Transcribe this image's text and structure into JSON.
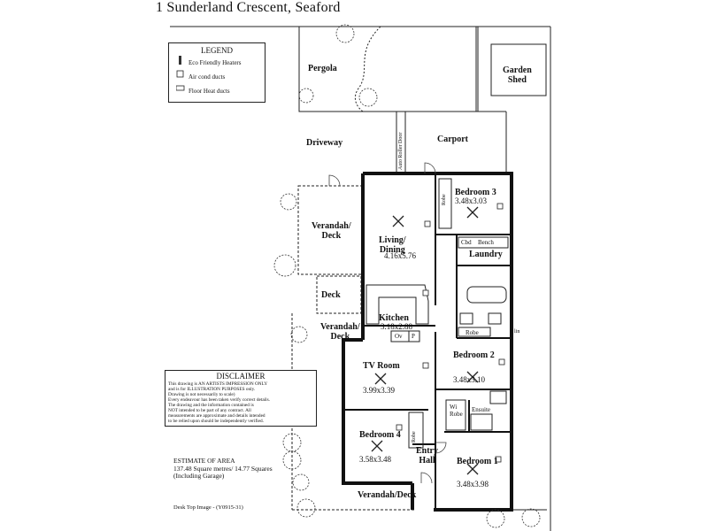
{
  "title": "1 Sunderland Crescent, Seaford",
  "legend": {
    "heading": "LEGEND",
    "items": [
      "Eco Friendly Heaters",
      "Air cond ducts",
      "Floor Heat ducts"
    ]
  },
  "areas": {
    "pergola": "Pergola",
    "garden_shed": "Garden\nShed",
    "driveway": "Driveway",
    "carport": "Carport",
    "auto_roller_door": "Auto Roller Door",
    "verandah_deck_1": "Verandah/\nDeck",
    "deck": "Deck",
    "verandah_deck_2": "Verandah/\nDeck",
    "verandah_deck_3": "Verandah/Deck"
  },
  "rooms": {
    "living": {
      "name": "Living/\nDining",
      "size": "4.16x5.76"
    },
    "bedroom3": {
      "name": "Bedroom 3",
      "size": "3.48x3.03"
    },
    "laundry": {
      "name": "Laundry"
    },
    "kitchen": {
      "name": "Kitchen",
      "size": "3.18x2.88"
    },
    "tv_room": {
      "name": "TV Room",
      "size": "3.99x3.39"
    },
    "bedroom2": {
      "name": "Bedroom 2",
      "size": "3.48x3.10"
    },
    "bedroom4": {
      "name": "Bedroom 4",
      "size": "3.58x3.48"
    },
    "entry_hall": {
      "name": "Entry\nHall"
    },
    "bedroom1": {
      "name": "Bedroom 1",
      "size": "3.48x3.98"
    }
  },
  "fixtures": {
    "robe_b3": "Robe",
    "cbd": "Cbd",
    "bench": "Bench",
    "robe_b2": "Robe",
    "lin": "lin",
    "wi_robe": "Wi\nRobe",
    "ensuite": "Ensuite",
    "robe_b4": "Robe",
    "ov": "Ov",
    "p": "P"
  },
  "disclaimer": {
    "heading": "DISCLAIMER",
    "lines": [
      "This drawing is AN ARTISTS IMPRESSION ONLY",
      "and is for ILLUSTRATION PURPOSES only.",
      "Drawing is not necessarily to scale)",
      "Every endeavour has been taken verify correct details.",
      "The drawing and the information contained is",
      "NOT intended to be part of any contract. All",
      "measurements are approximate and details intended",
      "to be relied upon should be independently verified."
    ]
  },
  "estimate": {
    "heading": "ESTIMATE OF AREA",
    "line1": "137.48 Square metres/  14.77 Squares",
    "line2": "(Including Garage)"
  },
  "footer": "Desk Top Image - (Y0915-31)"
}
